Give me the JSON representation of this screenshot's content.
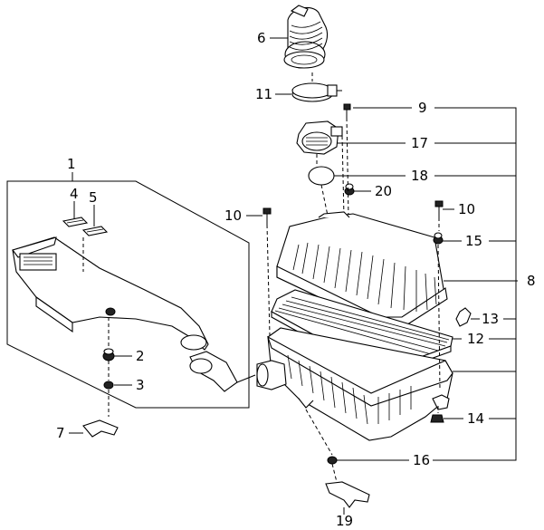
{
  "diagram": {
    "type": "exploded parts diagram",
    "callouts": [
      {
        "id": "c1",
        "label": "1"
      },
      {
        "id": "c2",
        "label": "2"
      },
      {
        "id": "c3",
        "label": "3"
      },
      {
        "id": "c4",
        "label": "4"
      },
      {
        "id": "c5",
        "label": "5"
      },
      {
        "id": "c6",
        "label": "6"
      },
      {
        "id": "c7",
        "label": "7"
      },
      {
        "id": "c8",
        "label": "8"
      },
      {
        "id": "c9",
        "label": "9"
      },
      {
        "id": "c10a",
        "label": "10"
      },
      {
        "id": "c10b",
        "label": "10"
      },
      {
        "id": "c11",
        "label": "11"
      },
      {
        "id": "c12",
        "label": "12"
      },
      {
        "id": "c13",
        "label": "13"
      },
      {
        "id": "c14",
        "label": "14"
      },
      {
        "id": "c15",
        "label": "15"
      },
      {
        "id": "c16",
        "label": "16"
      },
      {
        "id": "c17",
        "label": "17"
      },
      {
        "id": "c18",
        "label": "18"
      },
      {
        "id": "c19",
        "label": "19"
      },
      {
        "id": "c20",
        "label": "20"
      }
    ]
  }
}
